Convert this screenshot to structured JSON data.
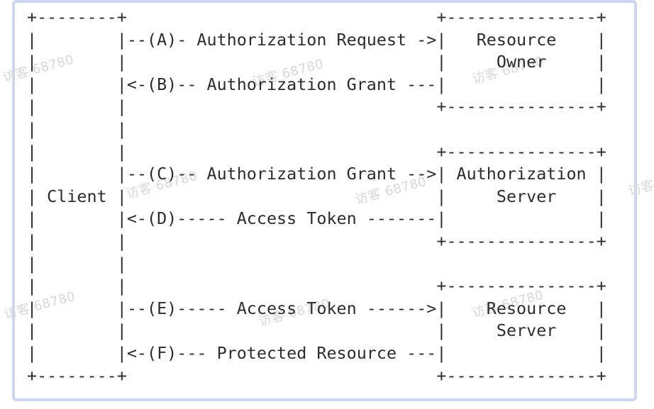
{
  "panel": {
    "border_color": "#cbd7f5",
    "background": "#ffffff"
  },
  "watermark": {
    "text": "访客 68780",
    "color": "#d8d8d8"
  },
  "diagram": {
    "type": "ascii-flow-diagram",
    "text_color": "#2d2d2d",
    "lines": [
      "+--------+                               +---------------+",
      "|        |--(A)- Authorization Request ->|   Resource    |",
      "|        |                               |     Owner     |",
      "|        |<-(B)-- Authorization Grant ---|               |",
      "|        |                               +---------------+",
      "|        |",
      "|        |                               +---------------+",
      "|        |--(C)-- Authorization Grant -->| Authorization |",
      "| Client |                               |     Server    |",
      "|        |<-(D)----- Access Token -------|               |",
      "|        |                               +---------------+",
      "|        |",
      "|        |                               +---------------+",
      "|        |--(E)----- Access Token ------>|    Resource   |",
      "|        |                               |     Server    |",
      "|        |<-(F)--- Protected Resource ---|               |",
      "+--------+                               +---------------+"
    ],
    "entities": [
      "Client",
      "Resource Owner",
      "Authorization Server",
      "Resource Server"
    ],
    "steps": [
      {
        "id": "A",
        "label": "Authorization Request",
        "from": "Client",
        "to": "Resource Owner",
        "direction": "right"
      },
      {
        "id": "B",
        "label": "Authorization Grant",
        "from": "Resource Owner",
        "to": "Client",
        "direction": "left"
      },
      {
        "id": "C",
        "label": "Authorization Grant",
        "from": "Client",
        "to": "Authorization Server",
        "direction": "right"
      },
      {
        "id": "D",
        "label": "Access Token",
        "from": "Authorization Server",
        "to": "Client",
        "direction": "left"
      },
      {
        "id": "E",
        "label": "Access Token",
        "from": "Client",
        "to": "Resource Server",
        "direction": "right"
      },
      {
        "id": "F",
        "label": "Protected Resource",
        "from": "Resource Server",
        "to": "Client",
        "direction": "left"
      }
    ]
  }
}
